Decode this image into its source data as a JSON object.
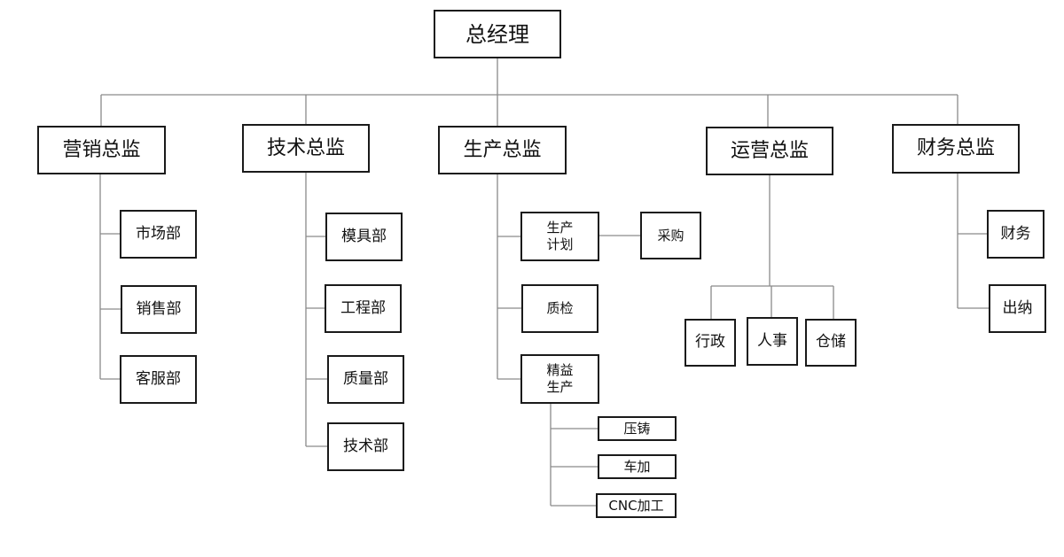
{
  "line_color": "#8a8a8a",
  "border_color": "#1a1a1a",
  "org_chart": {
    "ceo": "总经理",
    "marketing": {
      "head": "营销总监",
      "market_dept": "市场部",
      "sales_dept": "销售部",
      "service_dept": "客服部"
    },
    "technology": {
      "head": "技术总监",
      "mold_dept": "模具部",
      "engineering_dept": "工程部",
      "quality_dept": "质量部",
      "tech_dept": "技术部"
    },
    "production": {
      "head": "生产总监",
      "plan": "生产\n计划",
      "purchasing": "采购",
      "qc": "质检",
      "lean": "精益\n生产",
      "die_casting": "压铸",
      "machining": "车加",
      "cnc": "CNC加工"
    },
    "operations": {
      "head": "运营总监",
      "admin": "行政",
      "hr": "人事",
      "warehouse": "仓储"
    },
    "finance": {
      "head": "财务总监",
      "accounting": "财务",
      "cashier": "出纳"
    }
  }
}
